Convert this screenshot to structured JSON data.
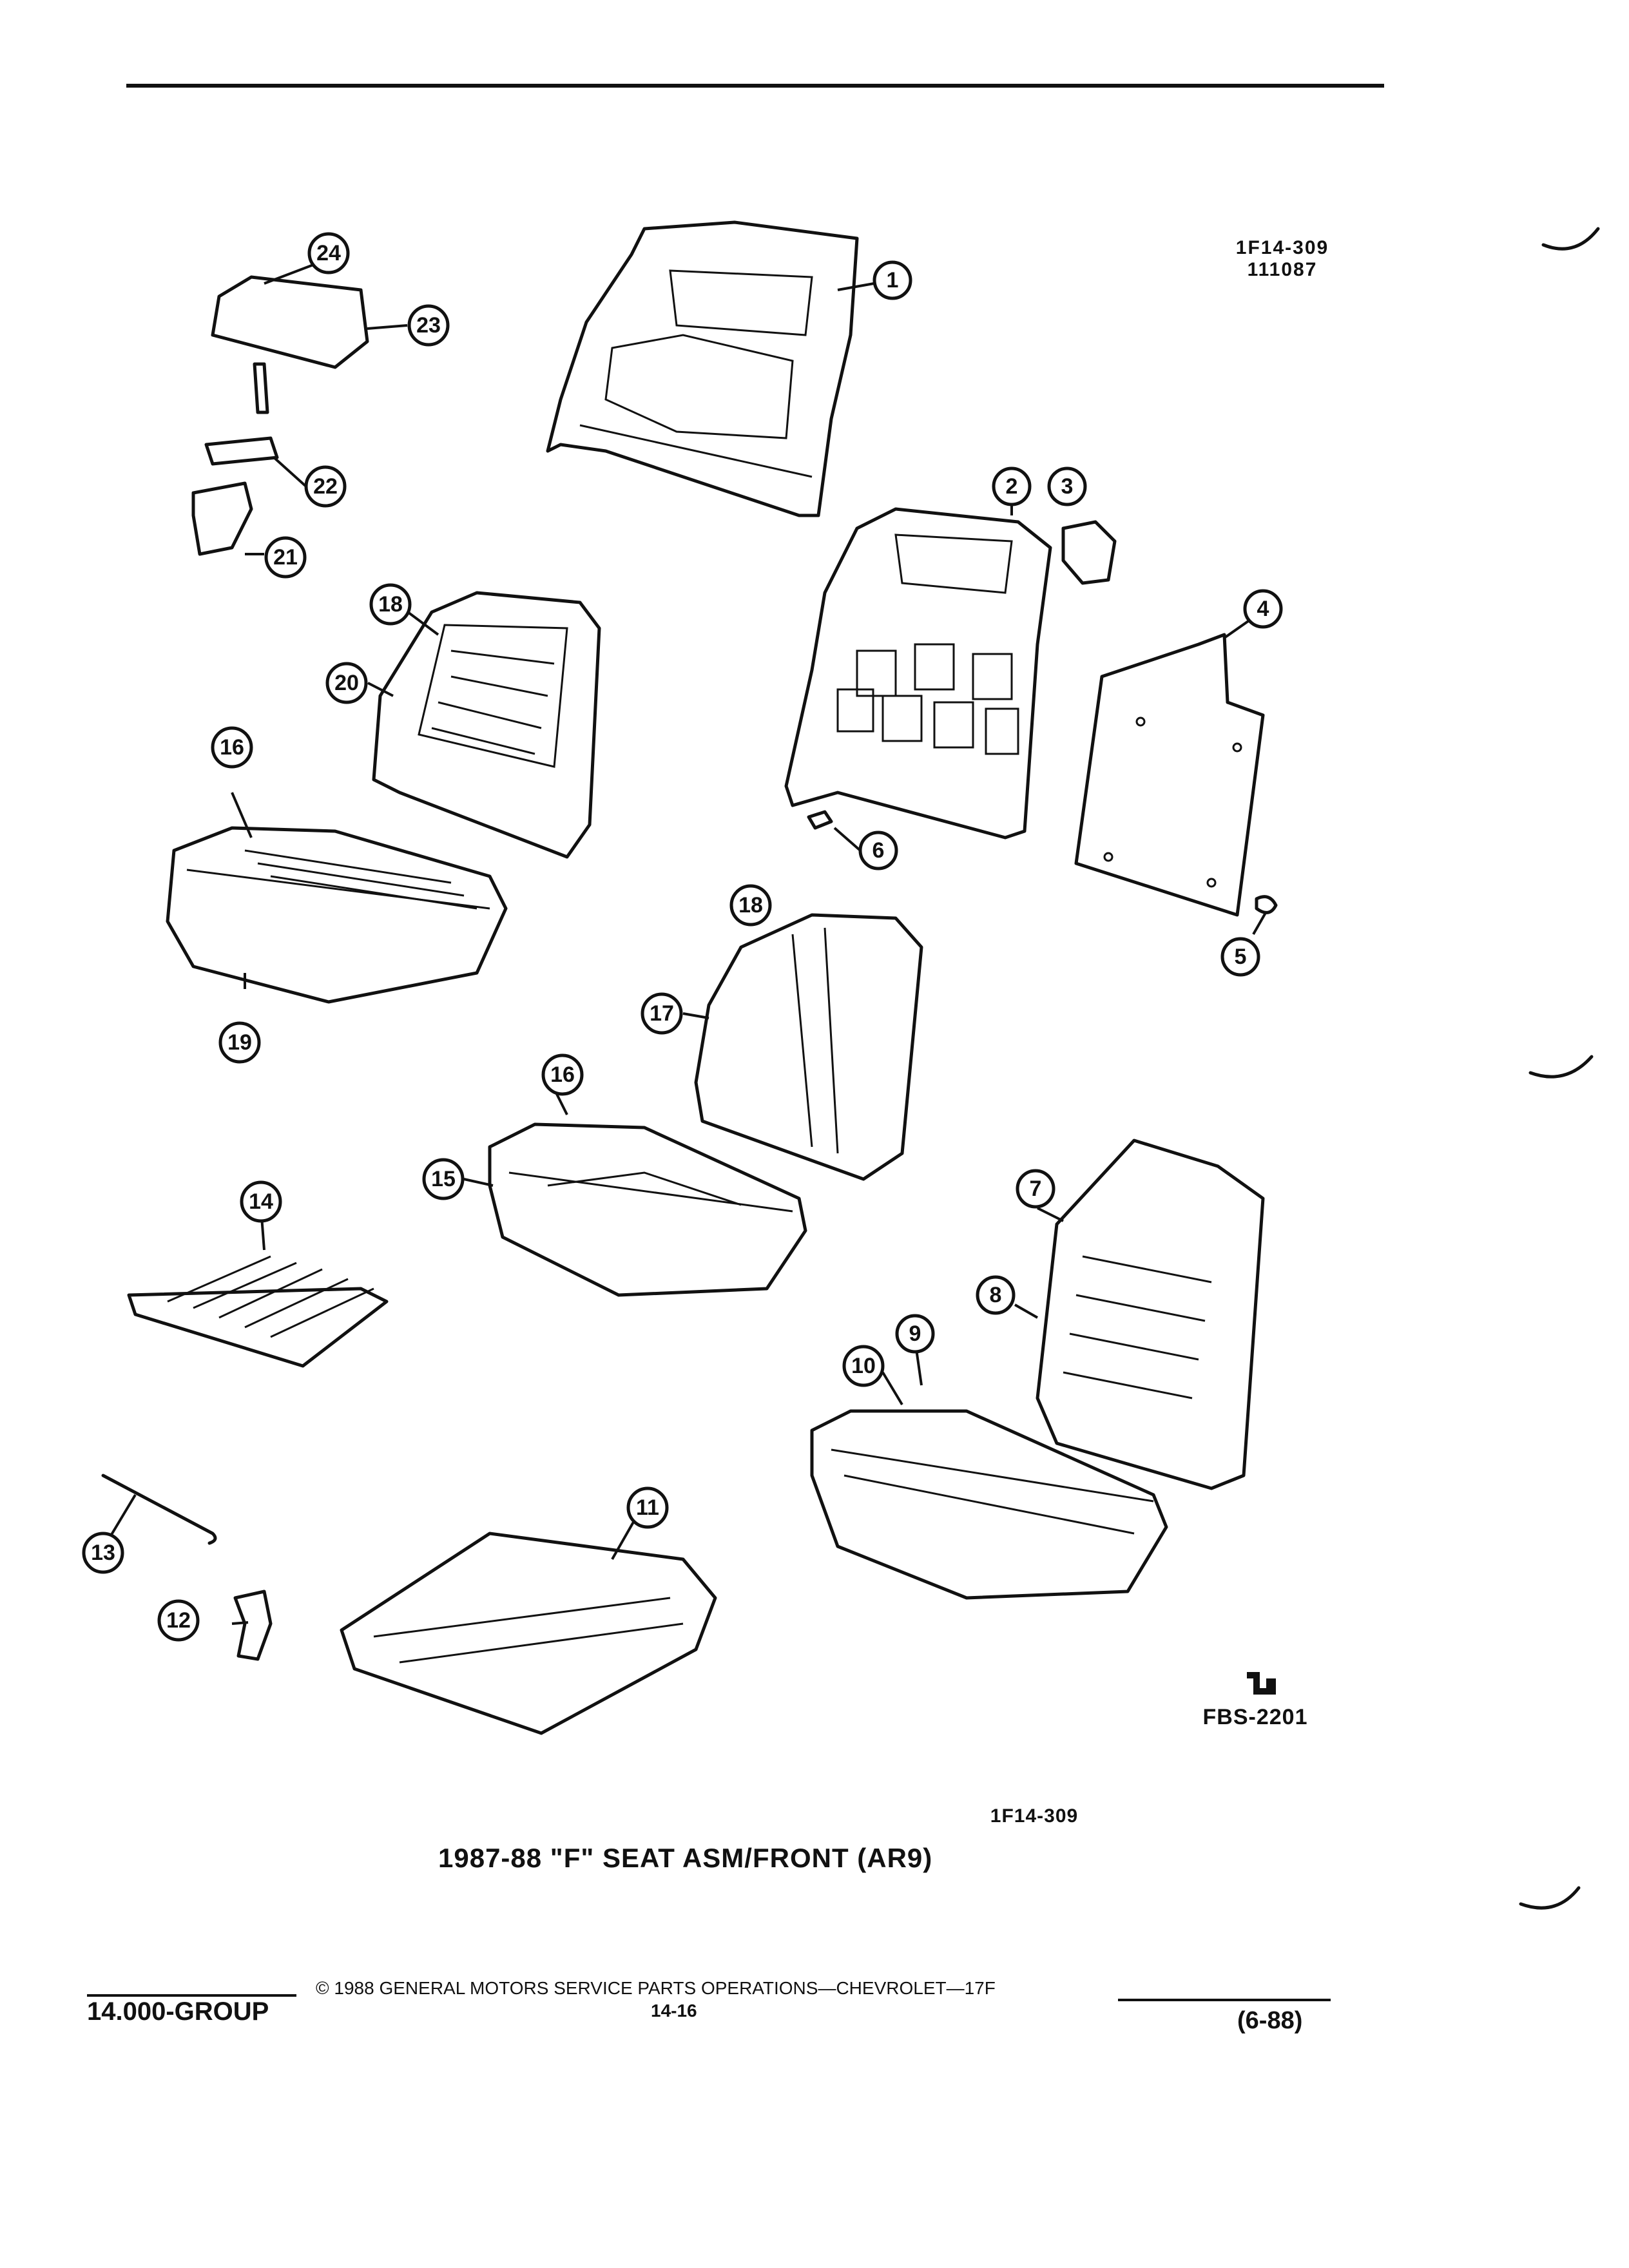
{
  "header": {
    "ref_code": "1F14-309",
    "ref_date": "111087"
  },
  "callouts": [
    "1",
    "2",
    "3",
    "4",
    "5",
    "6",
    "7",
    "8",
    "9",
    "10",
    "11",
    "12",
    "13",
    "14",
    "15",
    "16",
    "16",
    "17",
    "18",
    "18",
    "19",
    "20",
    "21",
    "22",
    "23",
    "24"
  ],
  "logo_code": "FBS-2201",
  "illustration_ref": "1F14-309",
  "title": "1987-88 \"F\" SEAT ASM/FRONT (AR9)",
  "footer": {
    "group": "14.000-GROUP",
    "copyright": "© 1988 GENERAL MOTORS SERVICE PARTS OPERATIONS—CHEVROLET—17F",
    "page": "14-16",
    "edition": "(6-88)"
  }
}
